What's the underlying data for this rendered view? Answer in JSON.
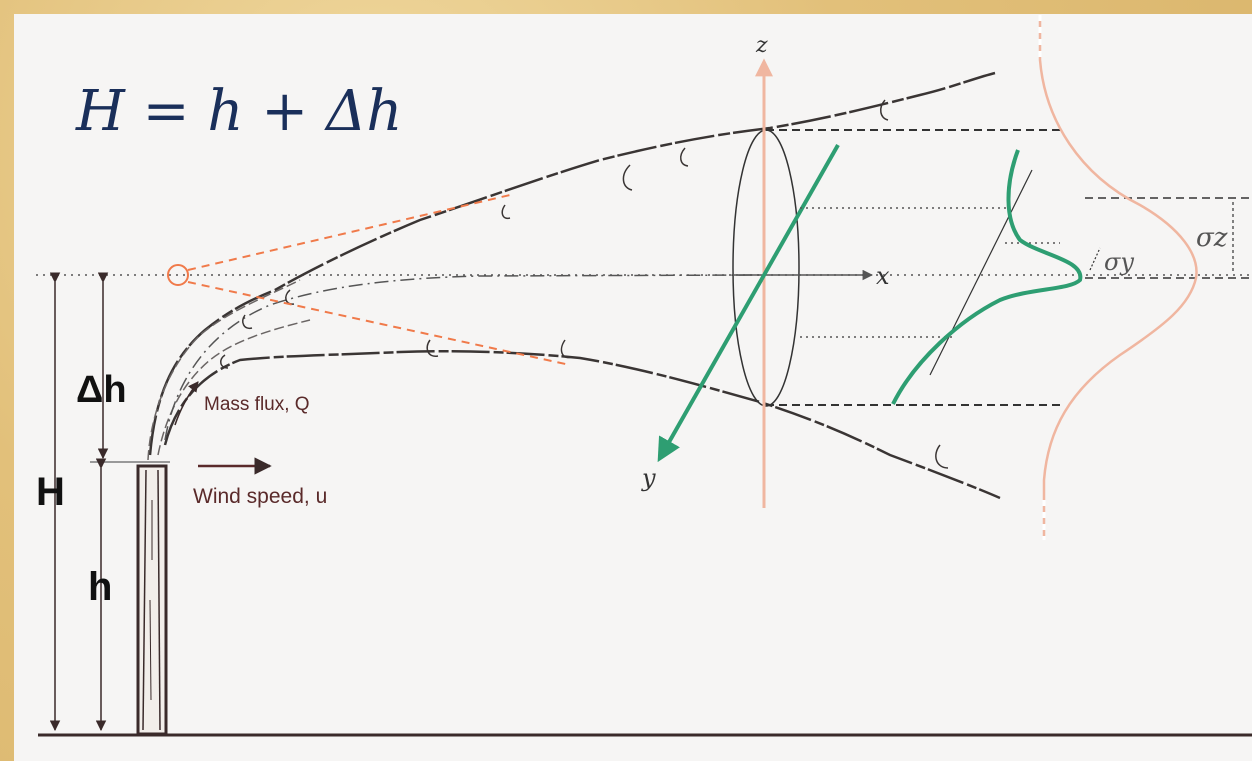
{
  "formula": "H = h + Δh",
  "labels": {
    "delta_h": "Δh",
    "H": "H",
    "h": "h",
    "mass_flux": "Mass flux, Q",
    "wind_speed": "Wind speed, u",
    "axis_x": "x",
    "axis_y": "y",
    "axis_z": "z",
    "sigma_y": "σy",
    "sigma_z": "σz"
  },
  "colors": {
    "plume": "#3a3534",
    "green": "#2e9e72",
    "salmon": "#f0b6a0",
    "orange_dash": "#f07a4a",
    "stack": "#3a2a2a",
    "text_dark": "#5a2a2a",
    "formula": "#1a2f5a"
  }
}
